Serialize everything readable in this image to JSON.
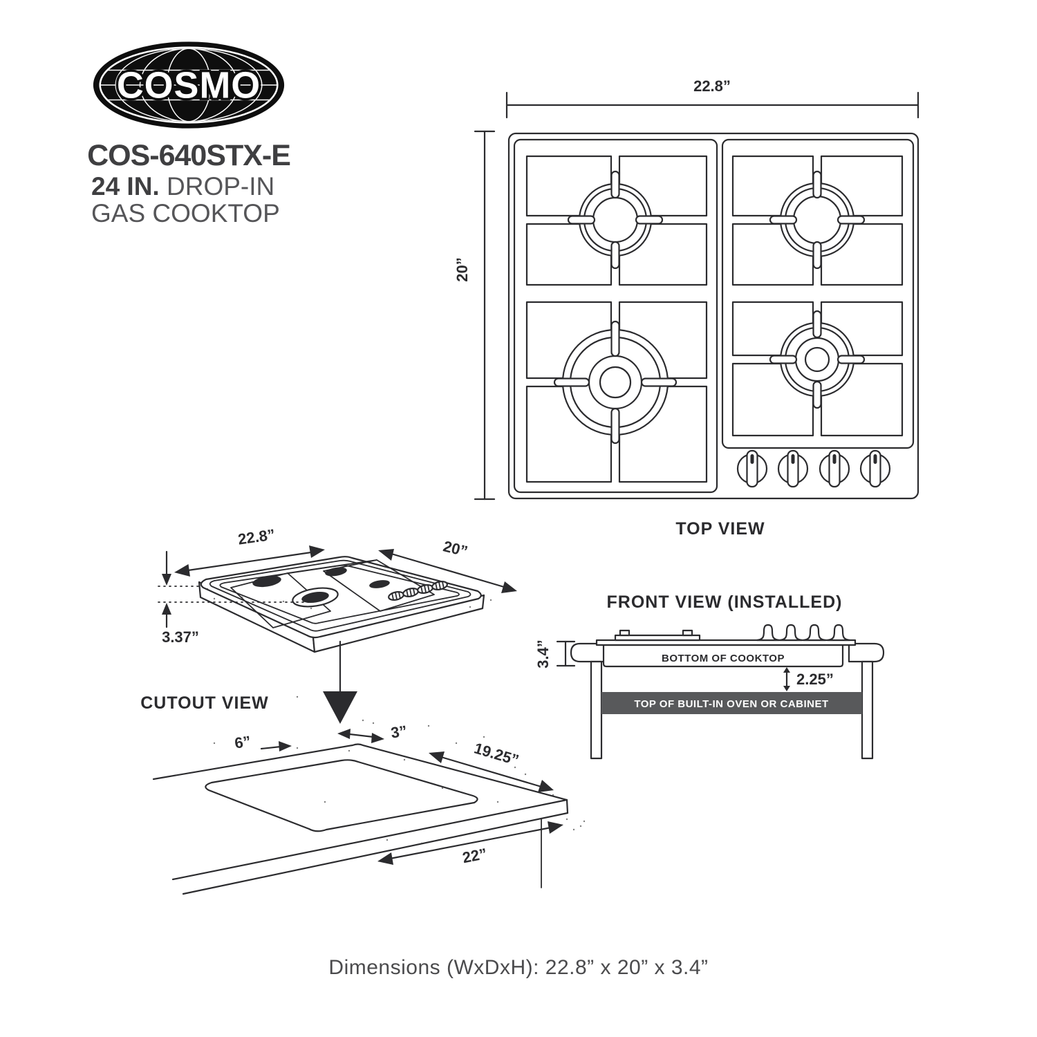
{
  "brand": {
    "logo_text": "COSMO",
    "model": "COS-640STX-E",
    "size_label": "24 IN.",
    "type_line1": "DROP-IN",
    "type_line2": "GAS COOKTOP"
  },
  "top_view": {
    "title": "TOP VIEW",
    "width_label": "22.8”",
    "depth_label": "20”"
  },
  "cutout_view": {
    "title": "CUTOUT VIEW",
    "width_label": "22.8”",
    "depth_label": "20”",
    "height_label": "3.37”",
    "front_offset_label": "6”",
    "corner_offset_label": "3”",
    "cutout_depth_label": "19.25”",
    "cutout_width_label": "22”"
  },
  "front_view": {
    "title": "FRONT VIEW (INSTALLED)",
    "bottom_label": "BOTTOM OF COOKTOP",
    "clearance_label": "2.25”",
    "cabinet_label": "TOP OF BUILT-IN OVEN OR CABINET",
    "height_label": "3.4”"
  },
  "footer": {
    "dimensions_text": "Dimensions (WxDxH): 22.8” x 20” x 3.4”"
  },
  "colors": {
    "line": "#2b2b2e",
    "logo_black": "#0e0e0e",
    "cabinet_bar": "#58595b",
    "text_dark": "#3f3f41",
    "text_light": "#555558"
  }
}
